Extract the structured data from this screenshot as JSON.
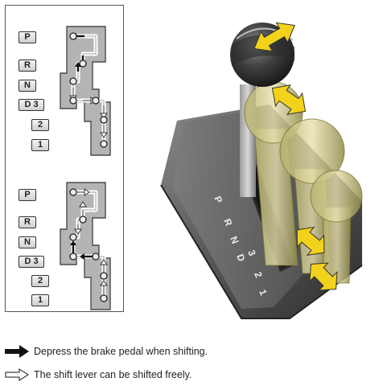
{
  "shift_diagrams": [
    {
      "gears": [
        "P",
        "R",
        "N",
        "D 3",
        "2",
        "1"
      ]
    },
    {
      "gears": [
        "P",
        "R",
        "N",
        "D 3",
        "2",
        "1"
      ]
    }
  ],
  "console": {
    "labels": [
      "P",
      "R",
      "N",
      "D",
      "3",
      "2",
      "1"
    ]
  },
  "legend": [
    {
      "icon": "solid-arrow-icon",
      "text": "Depress the brake pedal when shifting."
    },
    {
      "icon": "outline-arrow-icon",
      "text": "The shift lever can be shifted freely."
    }
  ],
  "colors": {
    "gate_plate": "#b4b4b4",
    "knob_dark": "#3a3a3a",
    "ghost_lever": "#d9d29a",
    "arrow_yellow": "#f2d21a",
    "console": "#5e5e5e"
  }
}
